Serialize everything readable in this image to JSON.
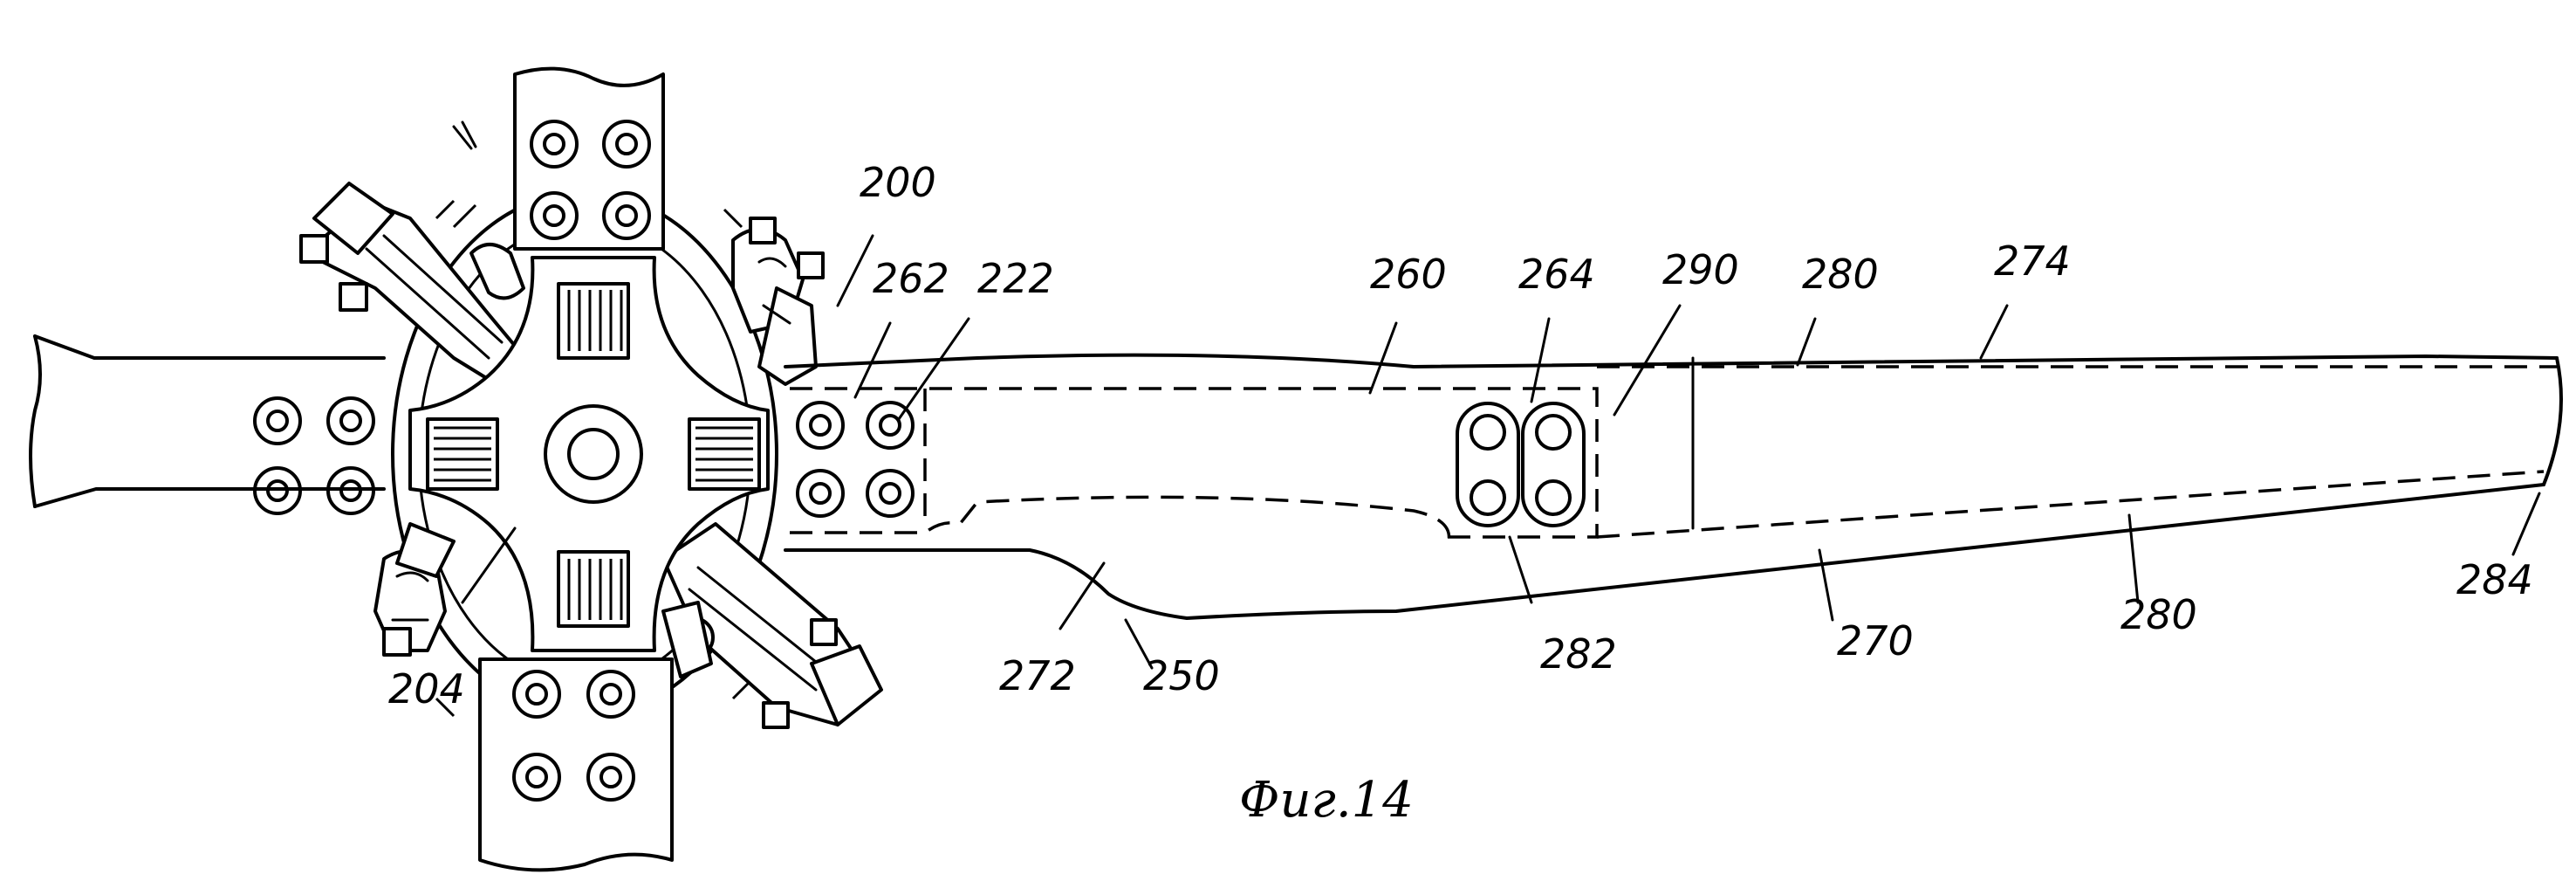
{
  "figure": {
    "caption": "Фиг.14",
    "labels": {
      "l200": "200",
      "l262": "262",
      "l222": "222",
      "l260": "260",
      "l264": "264",
      "l290": "290",
      "l280a": "280",
      "l274": "274",
      "l204": "204",
      "l272": "272",
      "l250": "250",
      "l282": "282",
      "l270": "270",
      "l280b": "280",
      "l284": "284"
    }
  }
}
